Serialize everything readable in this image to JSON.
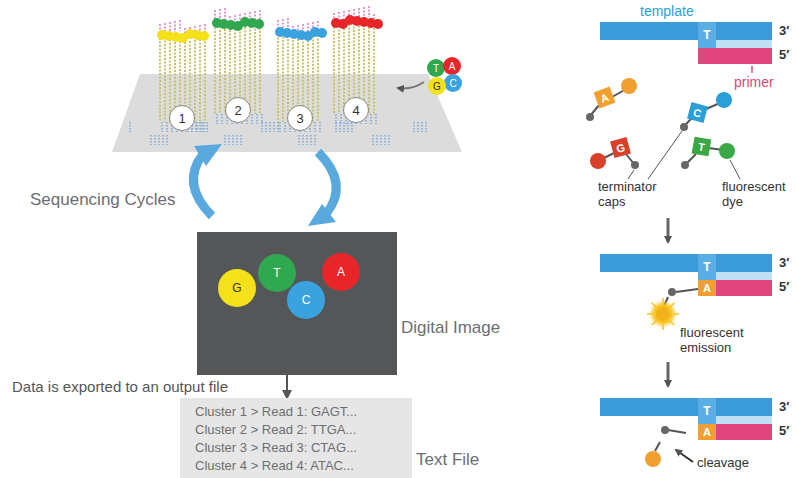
{
  "diagram": {
    "nodes": [
      {
        "text": [
          "1"
        ]
      },
      {
        "text": [
          "2"
        ]
      },
      {
        "text": [
          "3"
        ]
      },
      {
        "text": [
          "4"
        ]
      },
      {
        "text": [
          "T"
        ]
      },
      {
        "text": [
          "A"
        ]
      },
      {
        "text": [
          "C"
        ]
      },
      {
        "text": [
          "G"
        ]
      },
      {
        "text": [
          "Digital Image"
        ]
      },
      {
        "text": [
          "G"
        ],
        "in": 8
      },
      {
        "text": [
          "T"
        ],
        "in": 8
      },
      {
        "text": [
          "C"
        ],
        "in": 8
      },
      {
        "text": [
          "A"
        ],
        "in": 8
      },
      {
        "text": [
          "Cluster 1 > Read 1: GAGT...",
          "Cluster 2 > Read 2: TTGA...",
          "Cluster 3 > Read 3: CTAG...",
          "Cluster 4 > Read 4: ATAC...",
          "Text File"
        ]
      },
      {
        "text": [
          "T"
        ]
      },
      {
        "text": [
          "A"
        ]
      },
      {
        "text": [
          "C"
        ]
      },
      {
        "text": [
          "G"
        ]
      },
      {
        "text": [
          "T"
        ]
      },
      {
        "text": [
          "T"
        ]
      },
      {
        "text": [
          "A"
        ]
      },
      {
        "text": [
          "T"
        ]
      },
      {
        "text": [
          "A"
        ]
      }
    ],
    "edges": [
      {
        "from": 8,
        "to": 13,
        "arrow": "to"
      }
    ],
    "labels": [
      "Sequencing Cycles",
      "Data is exported to an output file",
      "template",
      "3′",
      "5′",
      "primer",
      "terminator caps",
      "fluorescent dye",
      "3′",
      "5′",
      "fluorescent emission",
      "3′",
      "5′",
      "cleavage"
    ]
  }
}
